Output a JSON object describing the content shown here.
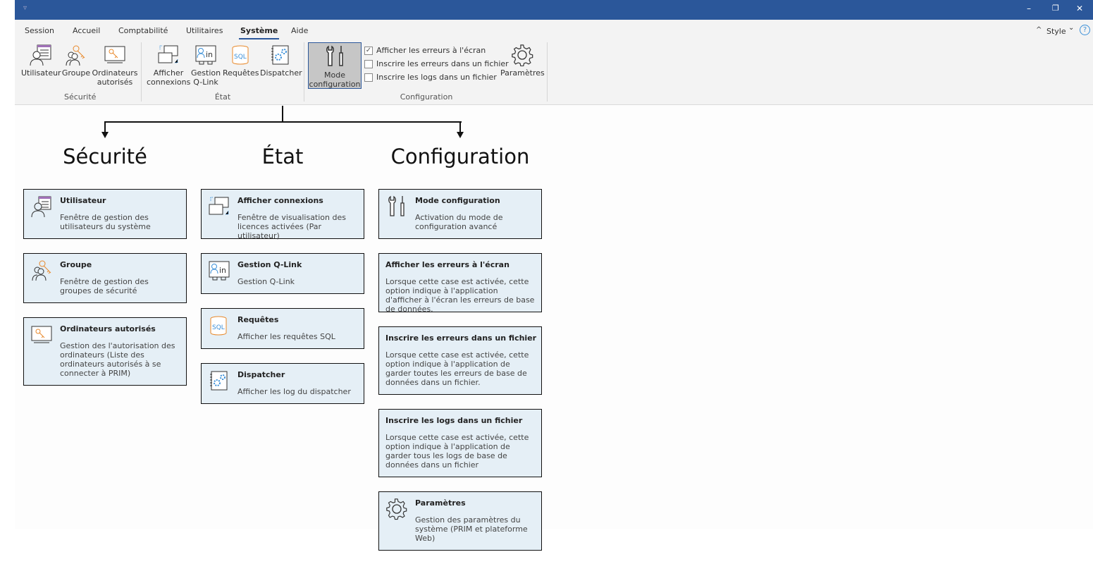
{
  "window": {
    "quick_access": "▿",
    "minimize": "–",
    "restore": "❐",
    "close": "✕"
  },
  "tabs": [
    "Session",
    "Accueil",
    "Comptabilité",
    "Utilitaires",
    "Système",
    "Aide"
  ],
  "active_tab": "Système",
  "style_label": "Style",
  "help": "?",
  "collapse": "^",
  "style_arrow": "⌄",
  "ribbon": {
    "securite": {
      "label": "Sécurité",
      "buttons": [
        "Utilisateur",
        "Groupe",
        "Ordinateurs autorisés"
      ]
    },
    "etat": {
      "label": "État",
      "buttons": [
        "Afficher connexions",
        "Gestion Q-Link",
        "Requêtes",
        "Dispatcher"
      ]
    },
    "configuration": {
      "label": "Configuration",
      "mode_button": "Mode configuration",
      "checkboxes": [
        {
          "label": "Afficher les erreurs à l'écran",
          "checked": true
        },
        {
          "label": "Inscrire les erreurs dans un fichier",
          "checked": false
        },
        {
          "label": "Inscrire les logs dans un fichier",
          "checked": false
        }
      ],
      "parametres": "Paramètres"
    }
  },
  "headings": [
    "Sécurité",
    "État",
    "Configuration"
  ],
  "cards": {
    "securite": [
      {
        "title": "Utilisateur",
        "desc": "Fenêtre de gestion des utilisateurs du système"
      },
      {
        "title": "Groupe",
        "desc": "Fenêtre de gestion des groupes de sécurité"
      },
      {
        "title": "Ordinateurs autorisés",
        "desc": "Gestion des l'autorisation des ordinateurs (Liste des ordinateurs autorisés à se connecter à PRIM)"
      }
    ],
    "etat": [
      {
        "title": "Afficher connexions",
        "desc": "Fenêtre de visualisation des licences activées (Par utilisateur)"
      },
      {
        "title": "Gestion Q-Link",
        "desc": "Gestion Q-Link"
      },
      {
        "title": "Requêtes",
        "desc": "Afficher les requêtes SQL"
      },
      {
        "title": "Dispatcher",
        "desc": "Afficher les log du dispatcher"
      }
    ],
    "configuration": [
      {
        "title": "Mode configuration",
        "desc": "Activation du mode de configuration avancé"
      },
      {
        "title": "Afficher les erreurs à l'écran",
        "desc": "Lorsque cette case est activée, cette option indique à l'application d'afficher à l'écran les erreurs de base de données."
      },
      {
        "title": "Inscrire les erreurs dans un fichier",
        "desc": "Lorsque cette case est activée, cette option indique à l'application de garder toutes les erreurs de base de données dans un fichier."
      },
      {
        "title": "Inscrire les logs dans un fichier",
        "desc": "Lorsque cette case est activée, cette option indique à l'application de garder tous les logs de base de données dans un fichier"
      },
      {
        "title": "Paramètres",
        "desc": "Gestion des paramètres du système (PRIM et plateforme Web)"
      }
    ]
  },
  "colors": {
    "titlebar": "#2b579a",
    "card": "#e5eff6",
    "accent_orange": "#e8892b"
  }
}
